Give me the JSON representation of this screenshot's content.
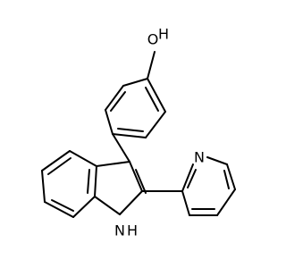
{
  "molecule": {
    "atom_labels": {
      "oxygen": "O",
      "hydroxyl_hydrogen": "H",
      "pyridine_nitrogen": "N",
      "indole_nitrogen": "N",
      "indole_hydrogen": "H"
    },
    "colors": {
      "bond": "#000000",
      "label": "#000000",
      "background": "#ffffff"
    }
  }
}
